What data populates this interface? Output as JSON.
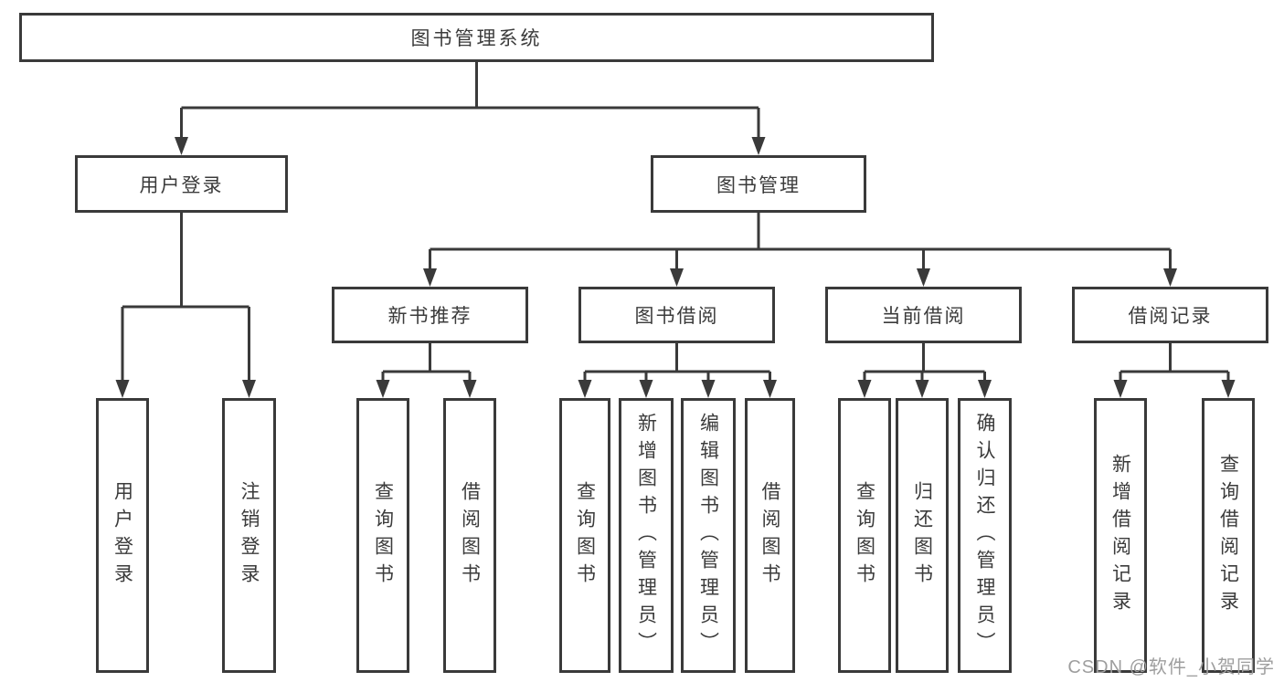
{
  "diagram": {
    "root": "图书管理系统",
    "level2": {
      "user_login": {
        "label": "用户登录",
        "children": [
          "用户登录",
          "注销登录"
        ]
      },
      "book_management": {
        "label": "图书管理"
      }
    },
    "level3": [
      {
        "label": "新书推荐",
        "children": [
          "查询图书",
          "借阅图书"
        ]
      },
      {
        "label": "图书借阅",
        "children": [
          "查询图书",
          "新增图书（管理员）",
          "编辑图书（管理员）",
          "借阅图书"
        ]
      },
      {
        "label": "当前借阅",
        "children": [
          "查询图书",
          "归还图书",
          "确认归还（管理员）"
        ]
      },
      {
        "label": "借阅记录",
        "children": [
          "新增借阅记录",
          "查询借阅记录"
        ]
      }
    ]
  },
  "watermark": "CSDN @软件_小贺同学",
  "colors": {
    "line": "#3a3a3a",
    "text": "#3b3b3b",
    "watermark": "#9e9e9e",
    "background": "#ffffff"
  }
}
